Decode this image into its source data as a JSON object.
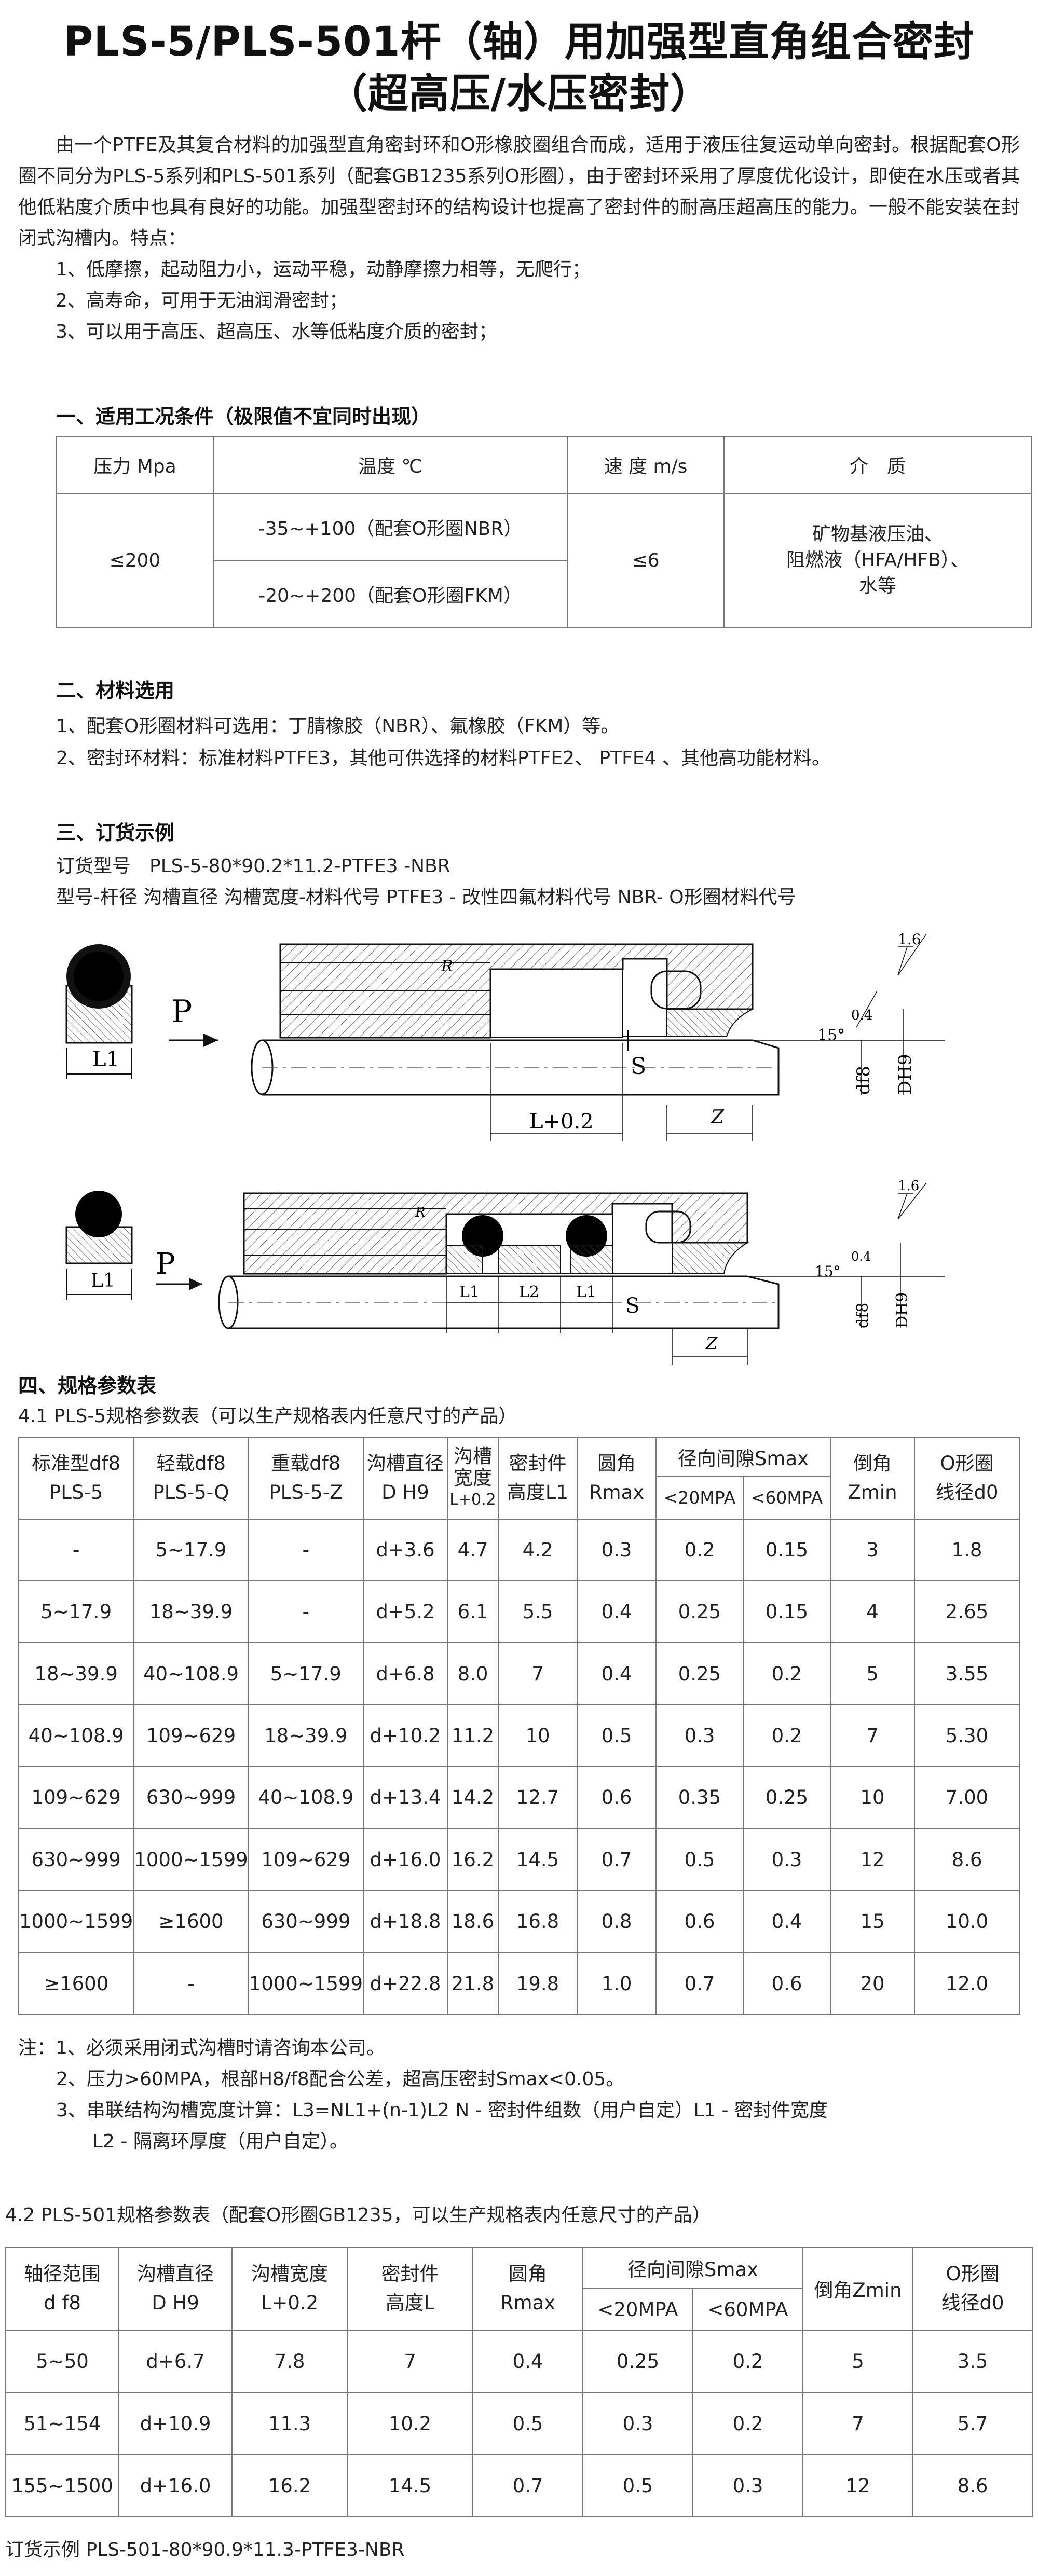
{
  "title": {
    "line1": "PLS-5/PLS-501杆（轴）用加强型直角组合密封",
    "line2": "（超高压/水压密封）"
  },
  "intro": {
    "paragraph": "由一个PTFE及其复合材料的加强型直角密封环和O形橡胶圈组合而成，适用于液压往复运动单向密封。根据配套O形圈不同分为PLS-5系列和PLS-501系列（配套GB1235系列O形圈），由于密封环采用了厚度优化设计，即使在水压或者其他低粘度介质中也具有良好的功能。加强型密封环的结构设计也提高了密封件的耐高压超高压的能力。一般不能安装在封闭式沟槽内。特点：",
    "features": [
      "1、低摩擦，起动阻力小，运动平稳，动静摩擦力相等，无爬行；",
      "2、高寿命，可用于无油润滑密封；",
      "3、可以用于高压、超高压、水等低粘度介质的密封；"
    ]
  },
  "section1": {
    "heading": "一、适用工况条件（极限值不宜同时出现）",
    "headers": [
      "压力 Mpa",
      "温度 ℃",
      "速 度 m/s",
      "介　质"
    ],
    "pressure": "≤200",
    "temp_rows": [
      "-35~+100（配套O形圈NBR）",
      "-20~+200（配套O形圈FKM）"
    ],
    "speed": "≤6",
    "medium": [
      "矿物基液压油、",
      "阻燃液（HFA/HFB）、",
      "水等"
    ]
  },
  "section2": {
    "heading": "二、材料选用",
    "lines": [
      "1、配套O形圈材料可选用：丁腈橡胶（NBR）、氟橡胶（FKM）等。",
      "2、密封环材料：标准材料PTFE3，其他可供选择的材料PTFE2、 PTFE4 、其他高功能材料。"
    ]
  },
  "section3": {
    "heading": "三、订货示例",
    "line1": "订货型号　PLS-5-80*90.2*11.2-PTFE3 -NBR",
    "line2": "型号-杆径  沟槽直径  沟槽宽度-材料代号   PTFE3 - 改性四氟材料代号  NBR- O形圈材料代号"
  },
  "drawing1": {
    "labels": {
      "p": "P",
      "l1": "L1",
      "r": "R",
      "s": "S",
      "l_plus": "L+0.2",
      "z": "Z",
      "angle": "15°",
      "df8": "df8",
      "dh9": "DH9",
      "rough1": "1.6",
      "rough2": "0.4"
    }
  },
  "drawing2": {
    "labels": {
      "p": "P",
      "l1": "L1",
      "r": "R",
      "s": "S",
      "l1a": "L1",
      "l2": "L2",
      "l1b": "L1",
      "z": "Z",
      "angle": "15°",
      "df8": "df8",
      "dh9": "DH9",
      "rough1": "1.6",
      "rough2": "0.4"
    }
  },
  "section4": {
    "heading": "四、规格参数表",
    "sub1": "4.1  PLS-5规格参数表（可以生产规格表内任意尺寸的产品）",
    "table1_headers": {
      "c1": [
        "标准型df8",
        "PLS-5"
      ],
      "c2": [
        "轻载df8",
        "PLS-5-Q"
      ],
      "c3": [
        "重载df8",
        "PLS-5-Z"
      ],
      "c4": [
        "沟槽直径",
        "D H9"
      ],
      "c5": [
        "沟槽",
        "宽度",
        "L+0.2"
      ],
      "c6": [
        "密封件",
        "高度L1"
      ],
      "c7": [
        "圆角",
        "Rmax"
      ],
      "gap": "径向间隙Smax",
      "gap1": "<20MPA",
      "gap2": "<60MPA",
      "c10": [
        "倒角",
        "Zmin"
      ],
      "c11": [
        "O形圈",
        "线径d0"
      ]
    },
    "table1_rows": [
      [
        "-",
        "5~17.9",
        "-",
        "d+3.6",
        "4.7",
        "4.2",
        "0.3",
        "0.2",
        "0.15",
        "3",
        "1.8"
      ],
      [
        "5~17.9",
        "18~39.9",
        "-",
        "d+5.2",
        "6.1",
        "5.5",
        "0.4",
        "0.25",
        "0.15",
        "4",
        "2.65"
      ],
      [
        "18~39.9",
        "40~108.9",
        "5~17.9",
        "d+6.8",
        "8.0",
        "7",
        "0.4",
        "0.25",
        "0.2",
        "5",
        "3.55"
      ],
      [
        "40~108.9",
        "109~629",
        "18~39.9",
        "d+10.2",
        "11.2",
        "10",
        "0.5",
        "0.3",
        "0.2",
        "7",
        "5.30"
      ],
      [
        "109~629",
        "630~999",
        "40~108.9",
        "d+13.4",
        "14.2",
        "12.7",
        "0.6",
        "0.35",
        "0.25",
        "10",
        "7.00"
      ],
      [
        "630~999",
        "1000~1599",
        "109~629",
        "d+16.0",
        "16.2",
        "14.5",
        "0.7",
        "0.5",
        "0.3",
        "12",
        "8.6"
      ],
      [
        "1000~1599",
        "≥1600",
        "630~999",
        "d+18.8",
        "18.6",
        "16.8",
        "0.8",
        "0.6",
        "0.4",
        "15",
        "10.0"
      ],
      [
        "≥1600",
        "-",
        "1000~1599",
        "d+22.8",
        "21.8",
        "19.8",
        "1.0",
        "0.7",
        "0.6",
        "20",
        "12.0"
      ]
    ],
    "notes": [
      "注：1、必须采用闭式沟槽时请咨询本公司。",
      "2、压力>60MPA，根部H8/f8配合公差，超高压密封Smax<0.05。",
      "3、串联结构沟槽宽度计算：L3=NL1+(n-1)L2 N - 密封件组数（用户自定）L1 - 密封件宽度",
      "L2 - 隔离环厚度（用户自定）。"
    ],
    "sub2": "4.2  PLS-501规格参数表（配套O形圈GB1235，可以生产规格表内任意尺寸的产品）",
    "table2_headers": {
      "c1": [
        "轴径范围",
        "d f8"
      ],
      "c2": [
        "沟槽直径",
        "D H9"
      ],
      "c3": [
        "沟槽宽度",
        "L+0.2"
      ],
      "c4": [
        "密封件",
        "高度L"
      ],
      "c5": [
        "圆角",
        "Rmax"
      ],
      "gap": "径向间隙Smax",
      "gap1": "<20MPA",
      "gap2": "<60MPA",
      "c8": "倒角Zmin",
      "c9": [
        "O形圈",
        "线径d0"
      ]
    },
    "table2_rows": [
      [
        "5~50",
        "d+6.7",
        "7.8",
        "7",
        "0.4",
        "0.25",
        "0.2",
        "5",
        "3.5"
      ],
      [
        "51~154",
        "d+10.9",
        "11.3",
        "10.2",
        "0.5",
        "0.3",
        "0.2",
        "7",
        "5.7"
      ],
      [
        "155~1500",
        "d+16.0",
        "16.2",
        "14.5",
        "0.7",
        "0.5",
        "0.3",
        "12",
        "8.6"
      ]
    ],
    "order_example": "订货示例   PLS-501-80*90.9*11.3-PTFE3-NBR"
  }
}
